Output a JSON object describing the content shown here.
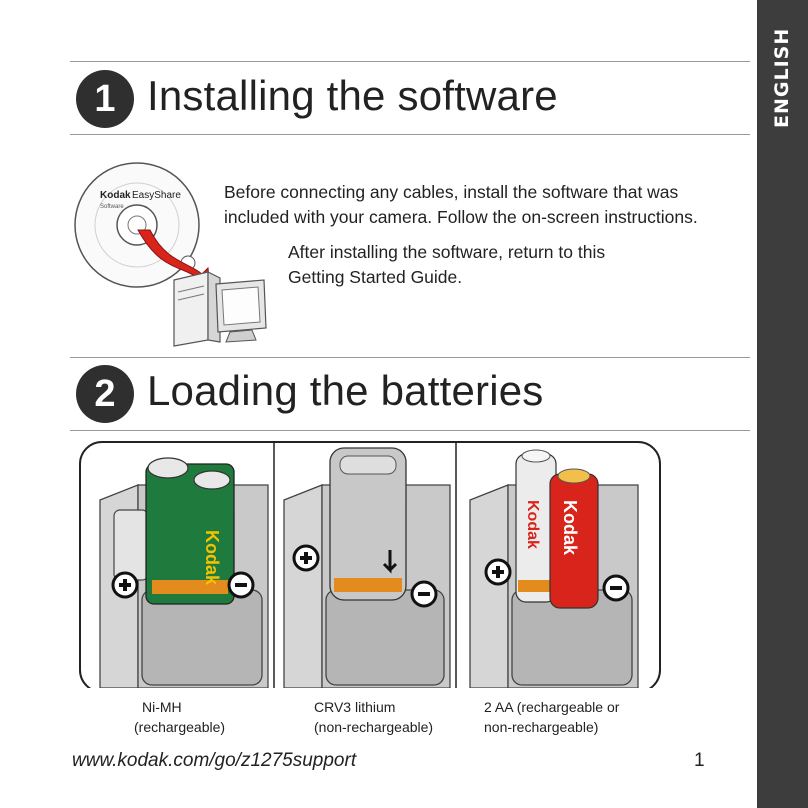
{
  "side_tab": {
    "language": "ENGLISH"
  },
  "section1": {
    "number": "1",
    "title": "Installing the software",
    "cd_label_brand": "Kodak",
    "cd_label_product": "EasyShare",
    "cd_label_sub": "Software",
    "paragraph1_line1": "Before connecting any cables, install the software that was",
    "paragraph1_line2": "included with your camera. Follow the on-screen instructions.",
    "paragraph2_line1": "After installing the software, return to this",
    "paragraph2_line2": "Getting Started Guide."
  },
  "section2": {
    "number": "2",
    "title": "Loading the batteries",
    "battery_brand": "Kodak",
    "panels": [
      {
        "caption_line1": "Ni-MH",
        "caption_line2": "(rechargeable)"
      },
      {
        "caption_line1": "CRV3 lithium",
        "caption_line2": "(non-rechargeable)"
      },
      {
        "caption_line1": "2 AA (rechargeable or",
        "caption_line2": "non-rechargeable)"
      }
    ]
  },
  "footer": {
    "url": "www.kodak.com/go/z1275support",
    "page_number": "1"
  }
}
